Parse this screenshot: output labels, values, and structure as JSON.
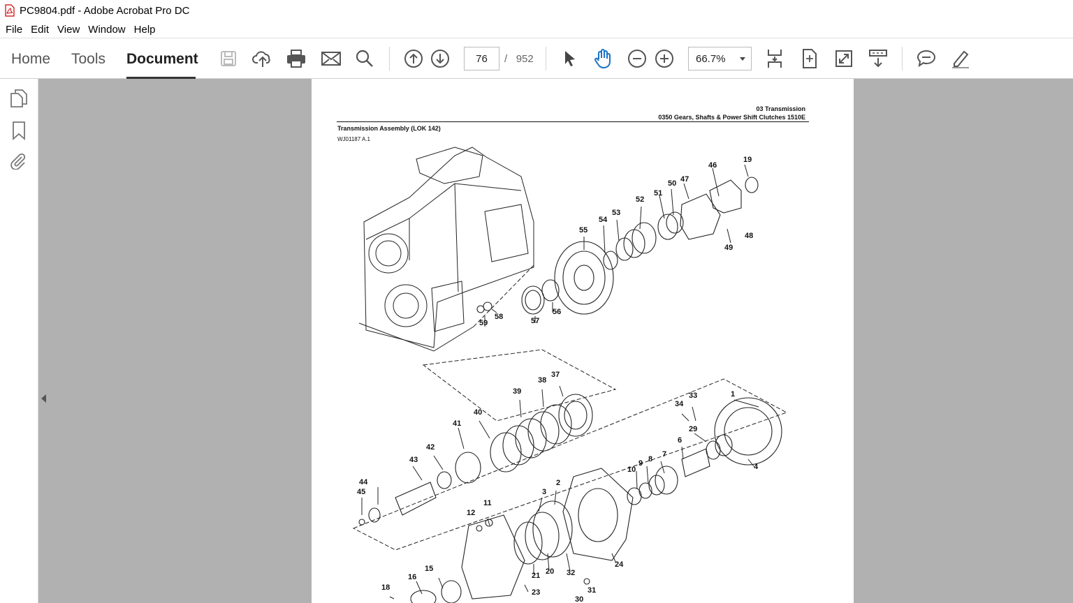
{
  "window": {
    "title": "PC9804.pdf - Adobe Acrobat Pro DC"
  },
  "menu": [
    "File",
    "Edit",
    "View",
    "Window",
    "Help"
  ],
  "tabs": {
    "home": "Home",
    "tools": "Tools",
    "document": "Document"
  },
  "navigation": {
    "current_page": "76",
    "separator": "/",
    "total_pages": "952"
  },
  "zoom": {
    "value": "66.7%"
  },
  "document": {
    "header_line1": "03 Transmission",
    "header_line2": "0350 Gears, Shafts & Power Shift Clutches 1510E",
    "section_title": "Transmission Assembly (LOK 142)",
    "figure_id": "WJ01187 A.1",
    "callouts": [
      "19",
      "46",
      "47",
      "50",
      "51",
      "52",
      "53",
      "54",
      "55",
      "48",
      "49",
      "59",
      "58",
      "57",
      "56",
      "37",
      "38",
      "39",
      "40",
      "41",
      "42",
      "43",
      "44",
      "45",
      "34",
      "33",
      "1",
      "29",
      "6",
      "7",
      "8",
      "9",
      "10",
      "4",
      "2",
      "3",
      "11",
      "12",
      "24",
      "32",
      "20",
      "21",
      "23",
      "31",
      "30",
      "15",
      "16",
      "18"
    ]
  },
  "icons": {
    "save": "save-icon",
    "upload": "cloud-upload-icon",
    "print": "print-icon",
    "mail": "mail-icon",
    "search": "search-icon",
    "prev": "arrow-up-icon",
    "next": "arrow-down-icon",
    "select": "pointer-icon",
    "hand": "hand-icon",
    "zoom_out": "zoom-out-icon",
    "zoom_in": "zoom-in-icon"
  }
}
